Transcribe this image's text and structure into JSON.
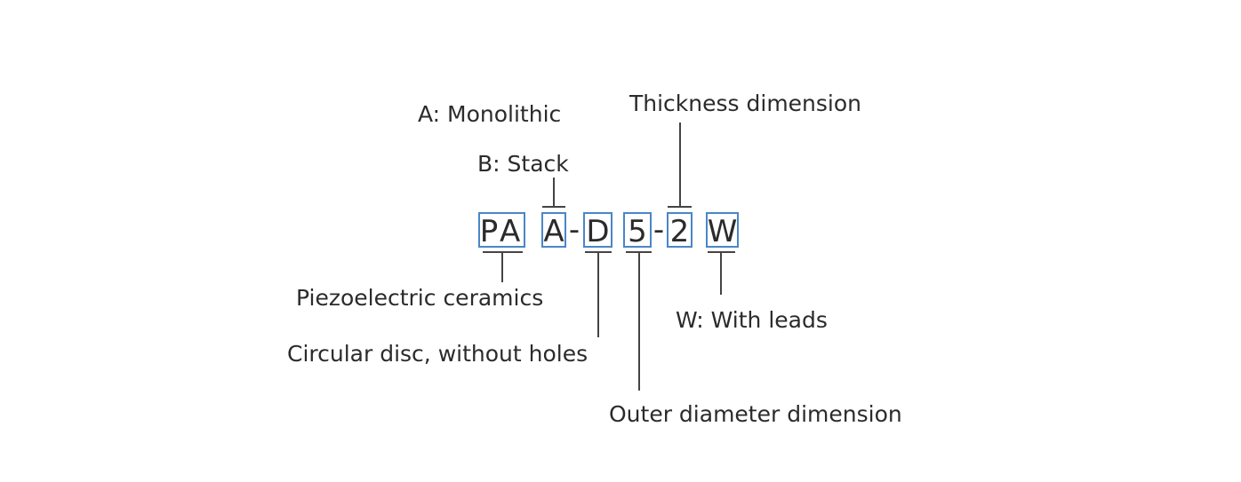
{
  "code_segments": [
    "PA",
    "A",
    "-",
    "D",
    "5",
    "-",
    "2",
    "W"
  ],
  "labels": {
    "monolithic": "A: Monolithic",
    "stack": "B: Stack",
    "thickness": "Thickness dimension",
    "piezo": "Piezoelectric ceramics",
    "disc": "Circular disc, without holes",
    "leads": "W: With leads",
    "outer": "Outer diameter dimension"
  },
  "colors": {
    "box": "#4a86c8",
    "text": "#2b2b2b"
  }
}
